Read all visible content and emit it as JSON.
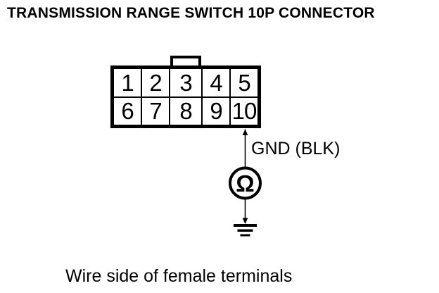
{
  "title": "TRANSMISSION RANGE SWITCH 10P CONNECTOR",
  "connector": {
    "rows": [
      {
        "pins": [
          "1",
          "2",
          "3",
          "4",
          "5"
        ]
      },
      {
        "pins": [
          "6",
          "7",
          "8",
          "9",
          "10"
        ]
      }
    ]
  },
  "wire": {
    "label": "GND (BLK)"
  },
  "meter": {
    "symbol": "Ω"
  },
  "caption": "Wire side of female terminals",
  "colors": {
    "ink": "#000000",
    "background": "#ffffff"
  }
}
